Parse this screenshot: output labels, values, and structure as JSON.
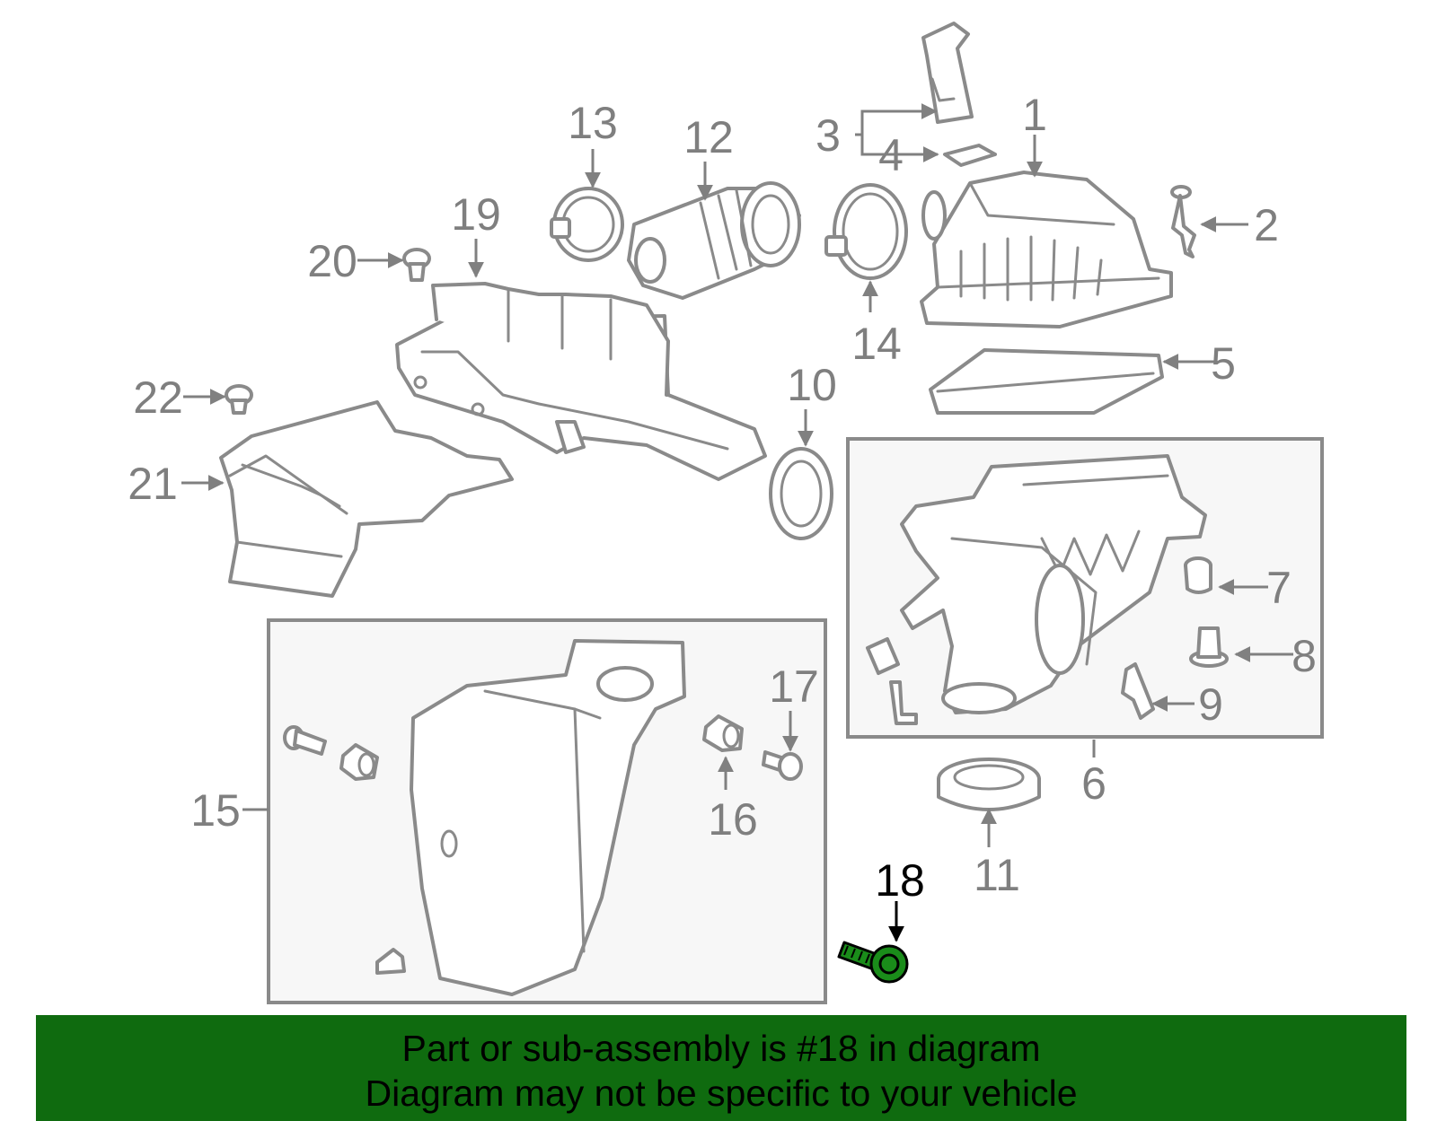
{
  "diagram": {
    "highlight_part": "18",
    "colors": {
      "line": "#8a8a8a",
      "label": "#7f7f7f",
      "highlight_label": "#000000",
      "highlight_fill": "#1a8c1a",
      "banner_bg": "#0f6b0f",
      "box_fill": "#f7f7f7"
    },
    "labels": {
      "p1": "1",
      "p2": "2",
      "p3": "3",
      "p4": "4",
      "p5": "5",
      "p6": "6",
      "p7": "7",
      "p8": "8",
      "p9": "9",
      "p10": "10",
      "p11": "11",
      "p12": "12",
      "p13": "13",
      "p14": "14",
      "p15": "15",
      "p16": "16",
      "p17": "17",
      "p18": "18",
      "p19": "19",
      "p20": "20",
      "p21": "21",
      "p22": "22"
    }
  },
  "banner": {
    "line1": "Part or sub-assembly is #18 in diagram",
    "line2": "Diagram may not be specific to your vehicle"
  }
}
